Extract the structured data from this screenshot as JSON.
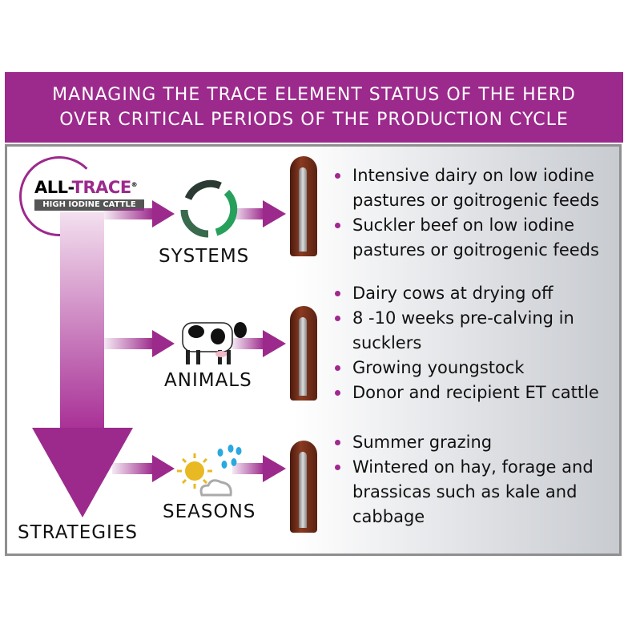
{
  "header": {
    "line1": "MANAGING THE TRACE ELEMENT STATUS OF THE HERD",
    "line2": "OVER CRITICAL PERIODS OF THE PRODUCTION CYCLE"
  },
  "logo": {
    "brand_black": "ALL-",
    "brand_purple": "TRACE",
    "registered": "®",
    "tagline": "HIGH IODINE CATTLE"
  },
  "strategies_label": "STRATEGIES",
  "rows": [
    {
      "label": "SYSTEMS",
      "icon": "recycle-cycle-icon",
      "bullets": [
        "Intensive dairy on low iodine pastures or goitrogenic feeds",
        "Suckler beef on low iodine pastures or goitrogenic feeds"
      ]
    },
    {
      "label": "ANIMALS",
      "icon": "cow-icon",
      "bullets": [
        "Dairy cows at drying off",
        "8 -10 weeks pre-calving in sucklers",
        "Growing youngstock",
        "Donor and recipient ET cattle"
      ]
    },
    {
      "label": "SEASONS",
      "icon": "sun-rain-cloud-icon",
      "bullets": [
        "Summer grazing",
        "Wintered on hay, forage and brassicas such as kale and cabbage"
      ]
    }
  ],
  "colors": {
    "purple": "#9c2a8c",
    "green": "#2a9a5a"
  }
}
